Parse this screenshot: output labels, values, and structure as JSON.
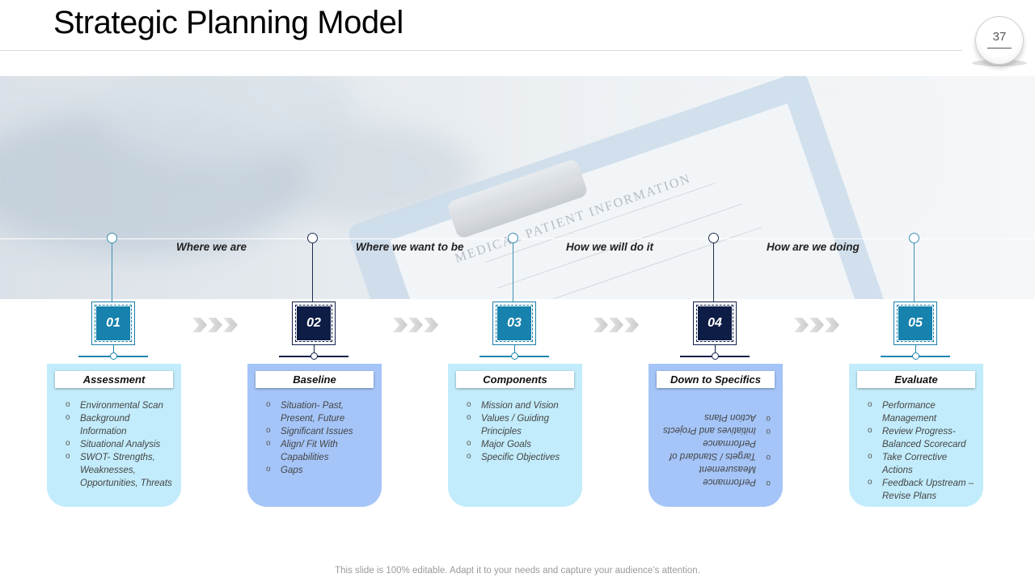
{
  "slide": {
    "title": "Strategic Planning Model",
    "page_number": "37",
    "footer": "This slide is 100% editable. Adapt it to your needs and capture your audience’s attention."
  },
  "photo": {
    "clipboard_text": "MEDICAL PATIENT INFORMATION"
  },
  "phases": [
    {
      "label": "Where we are"
    },
    {
      "label": "Where we want to be"
    },
    {
      "label": "How we will do it"
    },
    {
      "label": "How are we doing"
    }
  ],
  "steps": [
    {
      "number": "01",
      "title": "Assessment",
      "items": [
        "Environmental Scan",
        "Background Information",
        "Situational Analysis",
        "SWOT- Strengths, Weaknesses, Opportunities, Threats"
      ]
    },
    {
      "number": "02",
      "title": "Baseline",
      "items": [
        "Situation- Past, Present,  Future",
        "Significant Issues",
        "Align/ Fit With Capabilities",
        "Gaps"
      ]
    },
    {
      "number": "03",
      "title": "Components",
      "items": [
        "Mission and Vision",
        "Values / Guiding Principles",
        "Major Goals",
        "Specific Objectives"
      ]
    },
    {
      "number": "04",
      "title": "Down to Specifics",
      "items": [
        "Performance Measurement",
        "Targets / Standard of Performance",
        "Initiatives and Projects",
        "Action Plans"
      ]
    },
    {
      "number": "05",
      "title": "Evaluate",
      "items": [
        "Performance Management",
        "Review Progress- Balanced Scorecard",
        "Take Corrective Actions",
        "Feedback Upstream – Revise Plans"
      ]
    }
  ],
  "colors": {
    "teal_accent": "#1682ad",
    "navy_accent": "#0e1d45",
    "card_light": "#c2ecfb",
    "card_blue": "#a5c5f8"
  }
}
